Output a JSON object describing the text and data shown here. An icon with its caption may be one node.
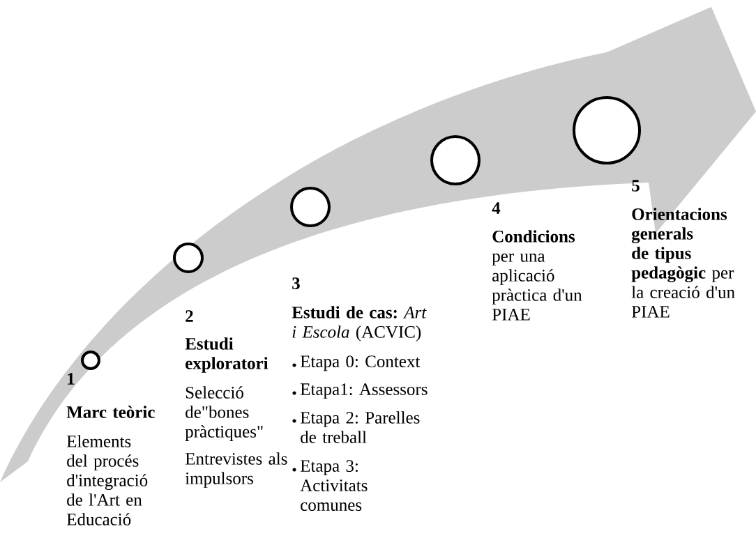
{
  "diagram": {
    "nodes": [
      {
        "text": [],
        "shape": "circle",
        "beside": [
          "1",
          "**Marc teòric**",
          "Elements del procés d'integració de l'Art en Educació"
        ]
      },
      {
        "text": [],
        "shape": "circle",
        "beside": [
          "2",
          "**Estudi exploratori**",
          "Selecció de\"bones pràctiques\"",
          "Entrevistes als impulsors"
        ]
      },
      {
        "text": [],
        "shape": "circle",
        "beside": [
          "3",
          "**Estudi de cas:** *Art i Escola* (ACVIC)",
          "Etapa 0: Context",
          "Etapa1: Assessors",
          "Etapa 2: Parelles de treball",
          "Etapa 3: Activitats comunes"
        ]
      },
      {
        "text": [],
        "shape": "circle",
        "beside": [
          "4",
          "**Condicions** per una aplicació pràctica d'un PIAE"
        ]
      },
      {
        "text": [],
        "shape": "circle",
        "beside": [
          "5",
          "**Orientacions generals de tipus pedagògic** per la creació d'un PIAE"
        ]
      }
    ],
    "edges": []
  }
}
